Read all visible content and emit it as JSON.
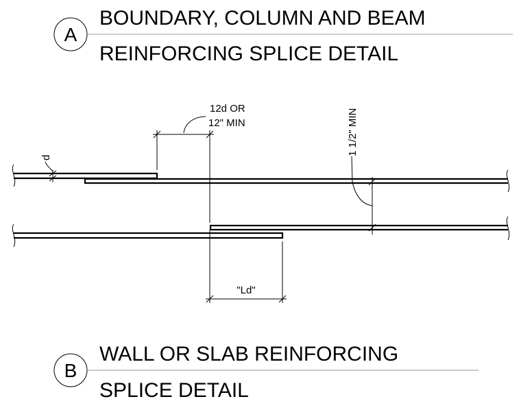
{
  "detail_a": {
    "tag": "A",
    "title_line1": "BOUNDARY, COLUMN AND BEAM",
    "title_line2": "REINFORCING SPLICE DETAIL"
  },
  "detail_b": {
    "tag": "B",
    "title_line1": "WALL OR SLAB REINFORCING",
    "title_line2": "SPLICE DETAIL"
  },
  "dimensions": {
    "lap_length_line1": "12d OR",
    "lap_length_line2": "12\" MIN",
    "bar_diameter": "d",
    "clear_spacing": "1 1/2\" MIN",
    "development_length": "\"Ld\""
  }
}
